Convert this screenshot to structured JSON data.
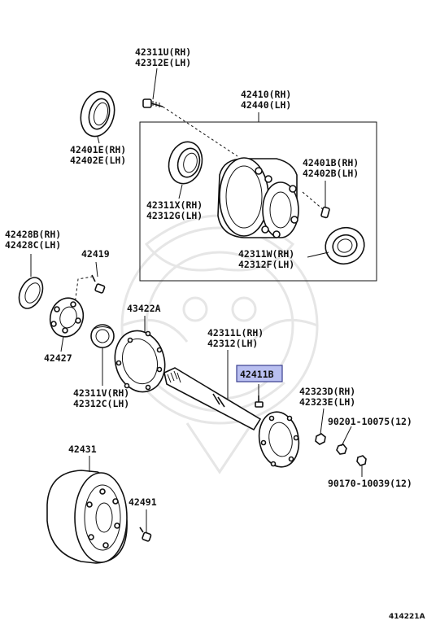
{
  "diagram": {
    "labels": {
      "l_42311U": "42311U(RH)",
      "l_42312E": "42312E(LH)",
      "l_42410": "42410(RH)",
      "l_42440": "42440(LH)",
      "l_42401E": "42401E(RH)",
      "l_42402E": "42402E(LH)",
      "l_42401B": "42401B(RH)",
      "l_42402B": "42402B(LH)",
      "l_42311X": "42311X(RH)",
      "l_42312G": "42312G(LH)",
      "l_42311W": "42311W(RH)",
      "l_42312F": "42312F(LH)",
      "l_42428B": "42428B(RH)",
      "l_42428C": "42428C(LH)",
      "l_42419": "42419",
      "l_43422A": "43422A",
      "l_42427": "42427",
      "l_42311L": "42311L(RH)",
      "l_42312": "42312(LH)",
      "l_42411B": "42411B",
      "l_42323D": "42323D(RH)",
      "l_42323E": "42323E(LH)",
      "l_42311V": "42311V(RH)",
      "l_42312C": "42312C(LH)",
      "l_90201": "90201-10075(12)",
      "l_90170": "90170-10039(12)",
      "l_42431": "42431",
      "l_42491": "42491"
    },
    "highlighted_part": "42411B",
    "highlight_color": "#b9bff0",
    "figure_id": "414221A"
  }
}
